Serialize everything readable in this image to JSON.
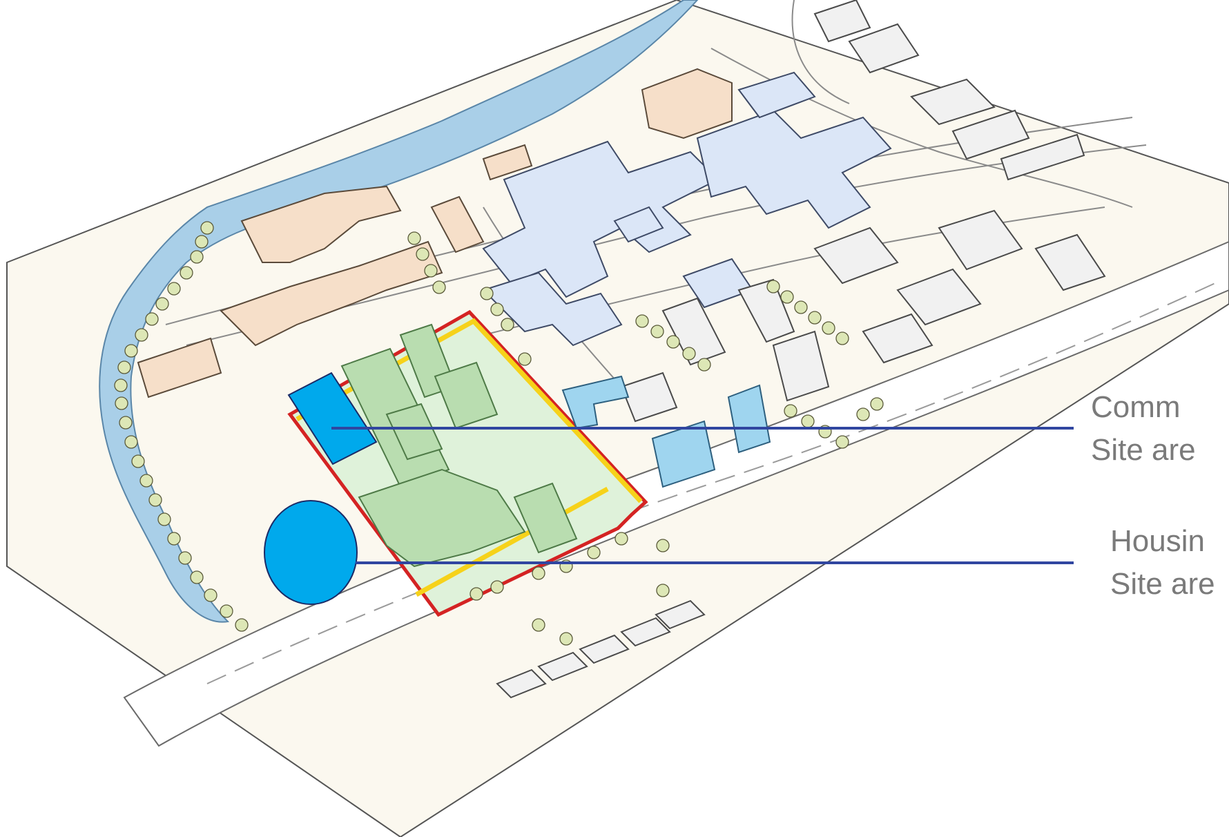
{
  "map": {
    "callouts": [
      {
        "id": "community",
        "title_line": "Comm",
        "area_line": "Site are"
      },
      {
        "id": "housing",
        "title_line": "Housin",
        "area_line": "Site are"
      }
    ],
    "colors": {
      "ground": "#fbf8ef",
      "road": "#ffffff",
      "river": "#a9cfe8",
      "site_fill": "#dff2da",
      "site_boundary": "#d42323",
      "site_inner_strip": "#f6d21a",
      "proposed_building": "#b9ddb0",
      "highlight_marker": "#00a9ec",
      "callout_line": "#3046a0",
      "hospital_buildings": "#dbe6f7",
      "historic_buildings": "#f6dfc9",
      "existing_buildings": "#f1f1f1"
    }
  }
}
